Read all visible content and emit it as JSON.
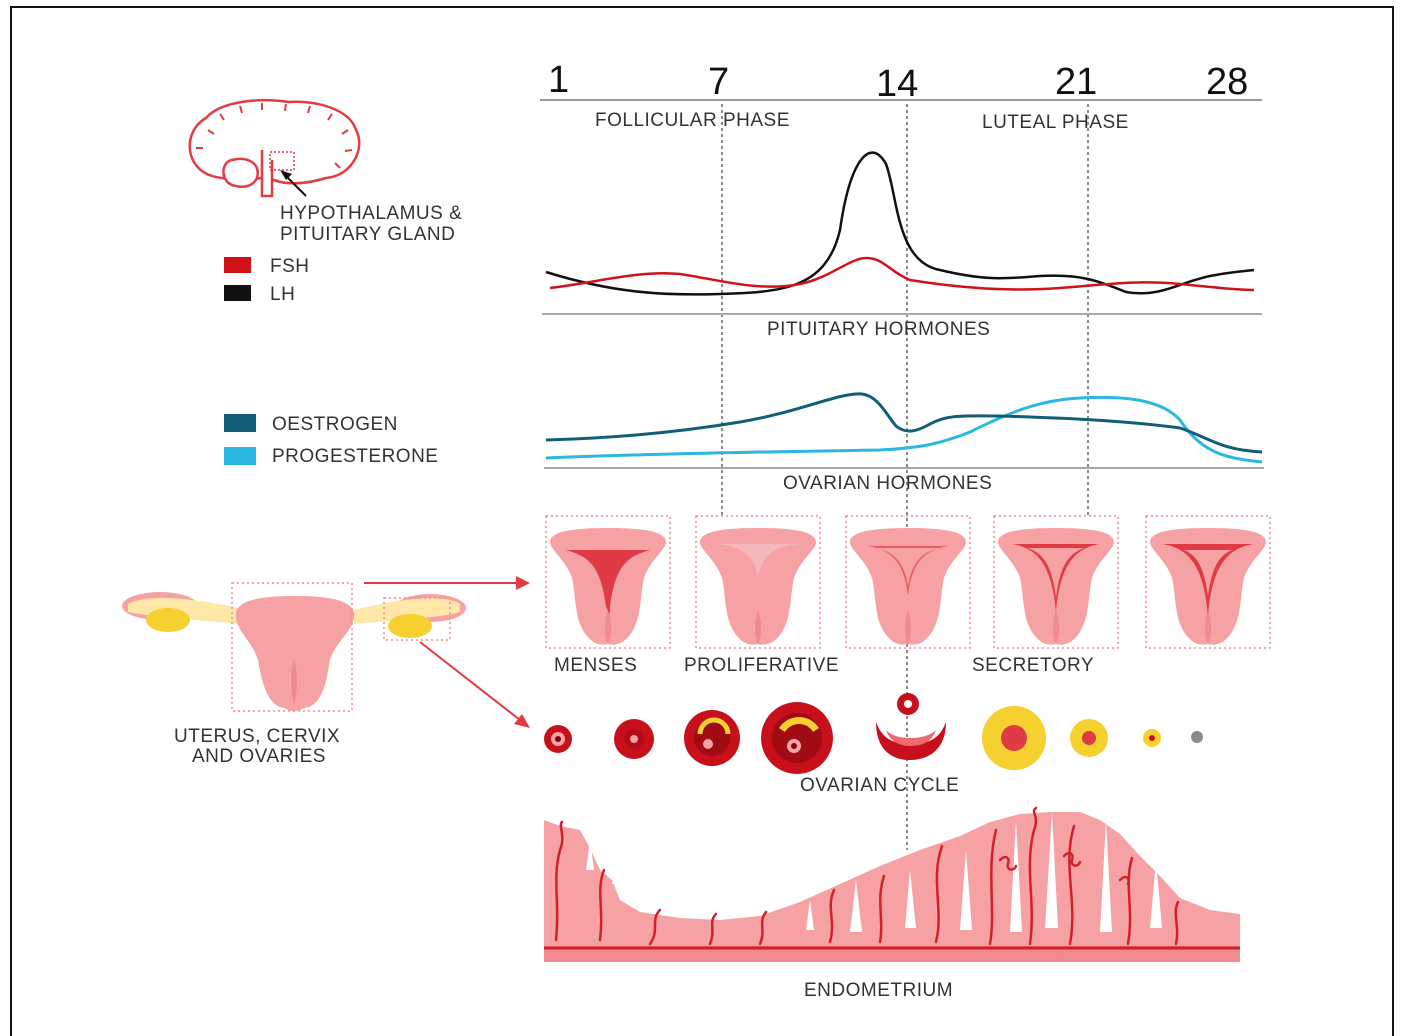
{
  "days": [
    "1",
    "7",
    "14",
    "21",
    "28"
  ],
  "phases": {
    "follicular": "FOLLICULAR PHASE",
    "luteal": "LUTEAL PHASE"
  },
  "brain_label": [
    "HYPOTHALAMUS &",
    "PITUITARY GLAND"
  ],
  "pituitary": {
    "legend": [
      {
        "name": "FSH",
        "color": "#d0121b"
      },
      {
        "name": "LH",
        "color": "#111111"
      }
    ],
    "title": "PITUITARY HORMONES"
  },
  "ovarian": {
    "legend": [
      {
        "name": "OESTROGEN",
        "color": "#125e78"
      },
      {
        "name": "PROGESTERONE",
        "color": "#2bb8e0"
      }
    ],
    "title": "OVARIAN HORMONES"
  },
  "uterus_stages": [
    "MENSES",
    "PROLIFERATIVE",
    "SECRETORY"
  ],
  "uterus_label": [
    "UTERUS, CERVIX",
    "AND OVARIES"
  ],
  "ovarian_cycle_label": "OVARIAN CYCLE",
  "endometrium_label": "ENDOMETRIUM",
  "colors": {
    "fsh": "#d0121b",
    "lh": "#111111",
    "oestrogen": "#125e78",
    "progesterone": "#2bb8e0",
    "tissue": "#f6a2a4",
    "tissue_dark": "#e85a62",
    "vessel": "#d21f2b",
    "yellow": "#f5d02e"
  }
}
